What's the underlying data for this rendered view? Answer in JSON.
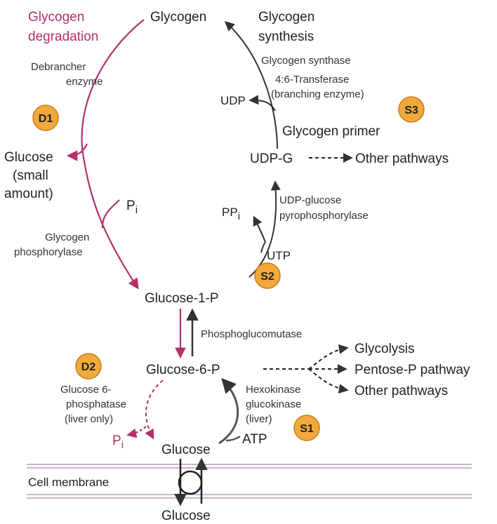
{
  "colors": {
    "degradation": "#b3306a",
    "synthesis": "#333333",
    "badge_fill": "#f2a93b",
    "membrane": "#c8b6cc"
  },
  "titles": {
    "degradation_line1": "Glycogen",
    "degradation_line2": "degradation",
    "synthesis_line1": "Glycogen",
    "synthesis_line2": "synthesis"
  },
  "nodes": {
    "glycogen": "Glycogen",
    "glucose_small_1": "Glucose",
    "glucose_small_2": "(small",
    "glucose_small_3": "amount)",
    "glucose_1_p": "Glucose-1-P",
    "glucose_6_p": "Glucose-6-P",
    "glucose_inside": "Glucose",
    "glucose_outside": "Glucose",
    "udp_g": "UDP-G",
    "glycogen_primer": "Glycogen primer",
    "udp": "UDP",
    "pp": "PP",
    "pp_sub": "i",
    "utp": "UTP",
    "atp": "ATP",
    "pi_top": "P",
    "pi_top_sub": "i",
    "pi_bottom": "P",
    "pi_bottom_sub": "i"
  },
  "enzymes": {
    "debrancher_1": "Debrancher",
    "debrancher_2": "enzyme",
    "phosphorylase_1": "Glycogen",
    "phosphorylase_2": "phosphorylase",
    "glycogen_synthase": "Glycogen synthase",
    "transferase_1": "4:6-Transferase",
    "transferase_2": "(branching enzyme)",
    "udp_glucose_1": "UDP-glucose",
    "udp_glucose_2": "pyrophosphorylase",
    "phosphoglucomutase": "Phosphoglucomutase",
    "g6pase_1": "Glucose 6-",
    "g6pase_2": "phosphatase",
    "g6pase_3": "(liver only)",
    "hexokinase_1": "Hexokinase",
    "hexokinase_2": "glucokinase",
    "hexokinase_3": "(liver)"
  },
  "pathways": {
    "udp_g_other": "Other pathways",
    "glycolysis": "Glycolysis",
    "pentose": "Pentose-P pathway",
    "g6p_other": "Other pathways"
  },
  "badges": {
    "d1": "D1",
    "d2": "D2",
    "s1": "S1",
    "s2": "S2",
    "s3": "S3"
  },
  "membrane_label": "Cell membrane"
}
